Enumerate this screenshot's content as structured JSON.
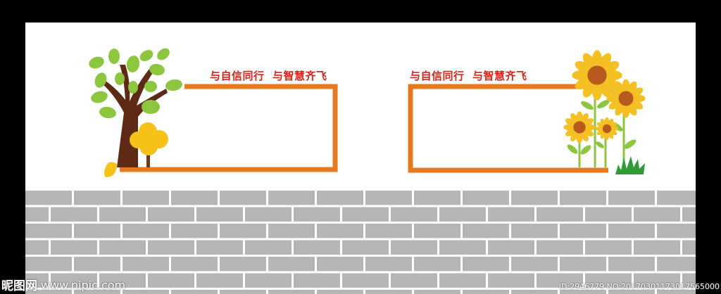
{
  "board": {
    "left_panel": {
      "slogan": "与自信同行  与智慧齐飞"
    },
    "right_panel": {
      "slogan": "与自信同行  与智慧齐飞"
    }
  },
  "watermark": {
    "logo": "昵图网",
    "url": "www.nipic.com",
    "id_text": "ID:2946779 NO:20170301173017565000"
  },
  "colors": {
    "frame": "#e8781d",
    "slogan": "#d8231c",
    "brick": "#b5b5b5",
    "mortar": "#ffffff",
    "leaf": "#8cc63e",
    "trunk": "#5e2a16",
    "bush": "#f6c21a",
    "sunflower_petal": "#f5c023",
    "sunflower_center": "#b85a1e"
  },
  "icons": [
    "tree-icon",
    "yellow-bush-icon",
    "fallen-leaf-icon",
    "sunflower-icon",
    "grass-icon"
  ]
}
